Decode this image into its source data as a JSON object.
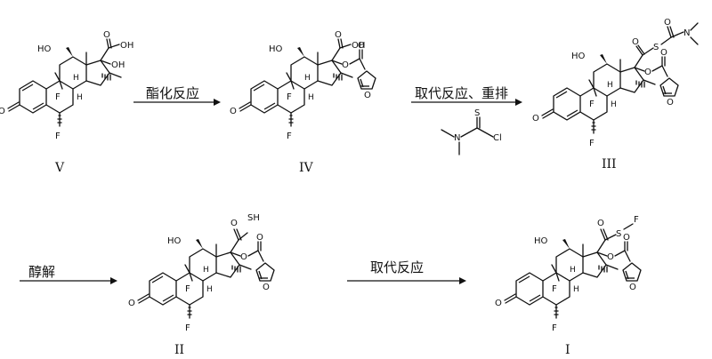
{
  "compounds": [
    {
      "id": "V",
      "label": "V"
    },
    {
      "id": "IV",
      "label": "IV"
    },
    {
      "id": "III",
      "label": "III"
    },
    {
      "id": "II",
      "label": "II"
    },
    {
      "id": "I",
      "label": "I"
    }
  ],
  "steps": [
    {
      "id": "esterification",
      "label": "酯化反应"
    },
    {
      "id": "substitution-rearrangement",
      "label": "取代反应、重排"
    },
    {
      "id": "alcoholysis",
      "label": "醇解"
    },
    {
      "id": "substitution",
      "label": "取代反应"
    }
  ],
  "atom_labels": {
    "HO": "HO",
    "OH": "OH",
    "O": "O",
    "F": "F",
    "H": "H",
    "S": "S",
    "N": "N",
    "SH": "SH",
    "Cl": "Cl"
  }
}
